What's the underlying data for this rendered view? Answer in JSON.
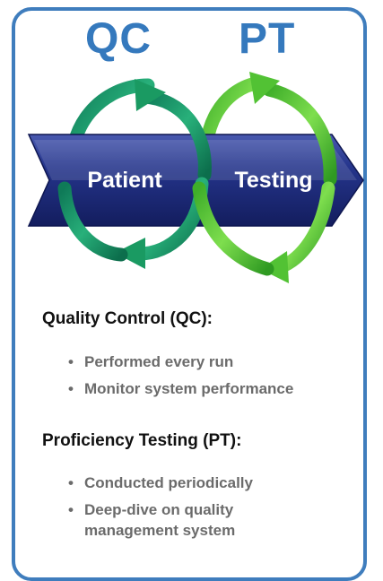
{
  "header": {
    "qc_label": "QC",
    "pt_label": "PT"
  },
  "diagram": {
    "left_label": "Patient",
    "right_label": "Testing",
    "colors": {
      "arrow_band": "#1d2c7c",
      "left_cycle": "#1a9a62",
      "right_cycle": "#52c234",
      "heading": "#3579bd",
      "border": "#3f7dbd"
    }
  },
  "sections": [
    {
      "title": "Quality Control (QC):",
      "bullets": [
        "Performed every run",
        "Monitor system performance"
      ]
    },
    {
      "title": "Proficiency Testing (PT):",
      "bullets": [
        "Conducted periodically",
        "Deep-dive on quality management system"
      ]
    }
  ]
}
